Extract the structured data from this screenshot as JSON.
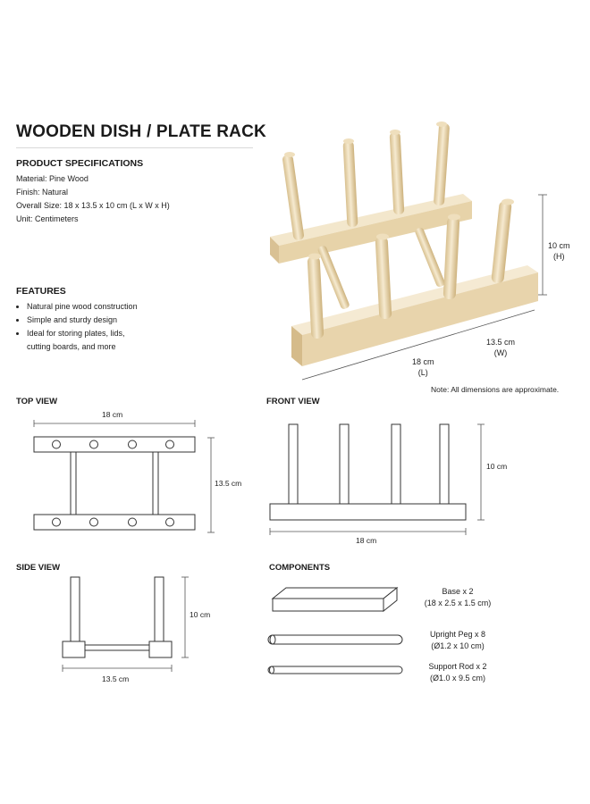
{
  "title": "WOODEN DISH / PLATE RACK",
  "specs": {
    "heading": "PRODUCT SPECIFICATIONS",
    "lines": [
      "Material: Pine Wood",
      "Finish: Natural",
      "Overall Size: 18 x 13.5 x 10 cm (L x W x H)",
      "Unit: Centimeters"
    ]
  },
  "features": {
    "heading": "FEATURES",
    "items": [
      "Natural pine wood construction",
      "Simple and sturdy design",
      "Ideal for storing plates, lids, cutting boards, and more"
    ]
  },
  "photo": {
    "height_label": "10 cm",
    "height_axis": "(H)",
    "width_label": "13.5 cm",
    "width_axis": "(W)",
    "length_label": "18 cm",
    "length_axis": "(L)"
  },
  "note": "Note: All dimensions are approximate.",
  "top_view": {
    "heading": "TOP VIEW",
    "width_label": "18 cm",
    "depth_label": "13.5 cm"
  },
  "front_view": {
    "heading": "FRONT VIEW",
    "height_label": "10 cm",
    "width_label": "18 cm"
  },
  "side_view": {
    "heading": "SIDE VIEW",
    "height_label": "10 cm",
    "width_label": "13.5 cm"
  },
  "components": {
    "heading": "COMPONENTS",
    "items": [
      {
        "name": "Base x 2",
        "size": "(18 x 2.5 x 1.5 cm)"
      },
      {
        "name": "Upright Peg x 8",
        "size": "(Ø1.2 x 10 cm)"
      },
      {
        "name": "Support Rod x 2",
        "size": "(Ø1.0 x 9.5 cm)"
      }
    ]
  },
  "colors": {
    "wood_light": "#f1e4c8",
    "wood_mid": "#e6d1a6",
    "wood_dark": "#cfb583",
    "line": "#333333",
    "dim": "#555555"
  }
}
